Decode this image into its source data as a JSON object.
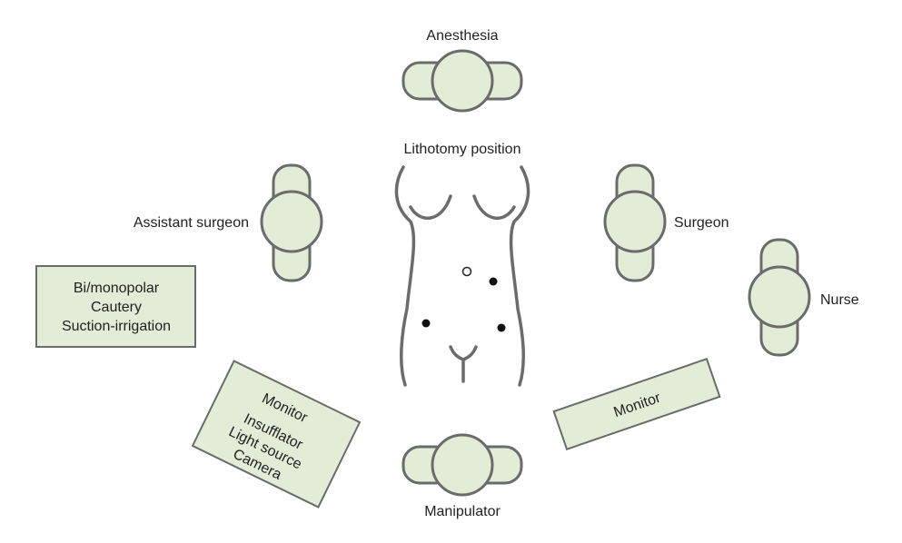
{
  "colors": {
    "fill": "#e2ecd6",
    "stroke": "#6b6b6b",
    "text": "#222222"
  },
  "stations": {
    "anesthesia": "Anesthesia",
    "assistant_surgeon": "Assistant surgeon",
    "surgeon": "Surgeon",
    "nurse": "Nurse",
    "manipulator": "Manipulator"
  },
  "patient": {
    "position_label": "Lithotomy position"
  },
  "equipment": {
    "left_cart": [
      "Bi/monopolar",
      "Cautery",
      "Suction-irrigation"
    ],
    "left_tower": {
      "title": "Monitor",
      "items": [
        "Insufflator",
        "Light source",
        "Camera"
      ]
    },
    "right_monitor": "Monitor"
  },
  "ports": {
    "filled": 3,
    "open": 1
  }
}
